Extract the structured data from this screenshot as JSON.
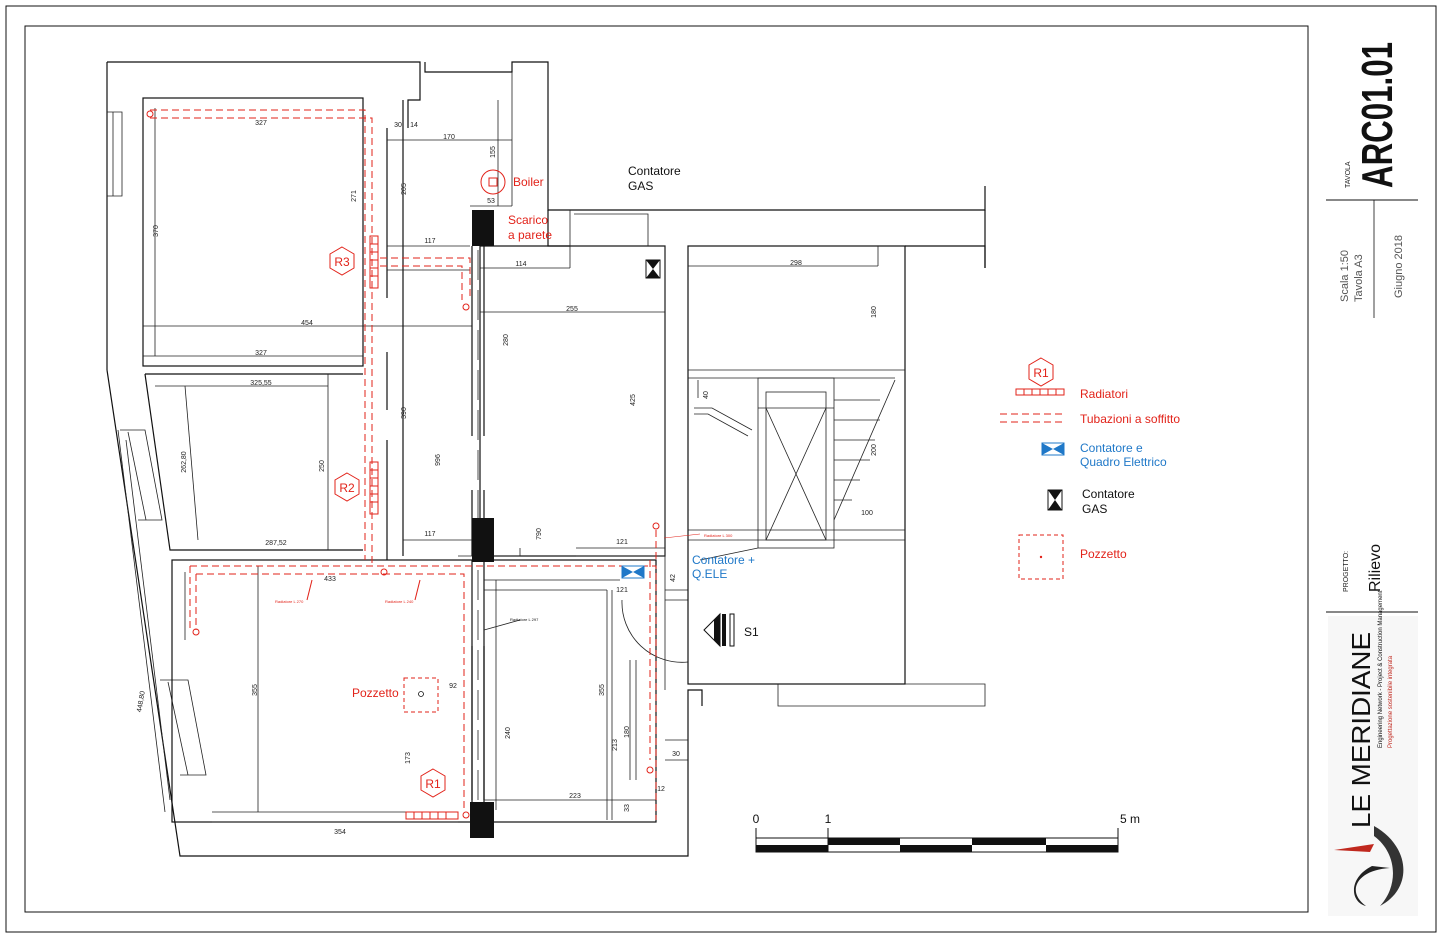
{
  "title_block": {
    "tavola_label": "TAVOLA",
    "code": "ARC01.01",
    "scale": "Scala 1:50",
    "sheet_size": "Tavola A3",
    "date": "Giugno 2018",
    "progetto_label": "PROGETTO:",
    "progetto": "Rilievo",
    "company_name": "LE MERIDIANE",
    "company_tagline1": "Engineering Network - Project & Construction Management",
    "company_tagline2": "Progettazione sostenibile integrata"
  },
  "legend": {
    "radiator_tag": "R1",
    "radiatori": "Radiatori",
    "tubazioni": "Tubazioni a soffitto",
    "contatore_ele_1": "Contatore e",
    "contatore_ele_2": "Quadro Elettrico",
    "contatore_gas_1": "Contatore",
    "contatore_gas_2": "GAS",
    "pozzetto": "Pozzetto"
  },
  "plan": {
    "contatore_gas_1": "Contatore",
    "contatore_gas_2": "GAS",
    "boiler": "Boiler",
    "scarico_1": "Scarico",
    "scarico_2": "a parete",
    "r1": "R1",
    "r2": "R2",
    "r3": "R3",
    "pozzetto": "Pozzetto",
    "contatore_ele_1": "Contatore +",
    "contatore_ele_2": "Q.ELE",
    "stair": "S1",
    "radiator_notes": [
      "Radiatore L 270",
      "Radiatore L 240",
      "Radiatore L 297",
      "Radiatore L 300"
    ],
    "dims": [
      "327",
      "30",
      "14",
      "170",
      "155",
      "53",
      "205",
      "271",
      "370",
      "117",
      "114",
      "255",
      "454",
      "280",
      "327",
      "325,55",
      "390",
      "996",
      "425",
      "298",
      "180",
      "200",
      "40",
      "100",
      "262,80",
      "250",
      "287,52",
      "117",
      "790",
      "121",
      "42",
      "433",
      "121",
      "92",
      "355",
      "213",
      "180",
      "240",
      "173",
      "30",
      "12",
      "223",
      "33",
      "354",
      "355",
      "448,80"
    ]
  },
  "scale_bar": {
    "zero": "0",
    "one": "1",
    "five": "5 m"
  },
  "colors": {
    "heating": "#e2231a",
    "electric": "#1f78c8",
    "lines": "#111111"
  }
}
